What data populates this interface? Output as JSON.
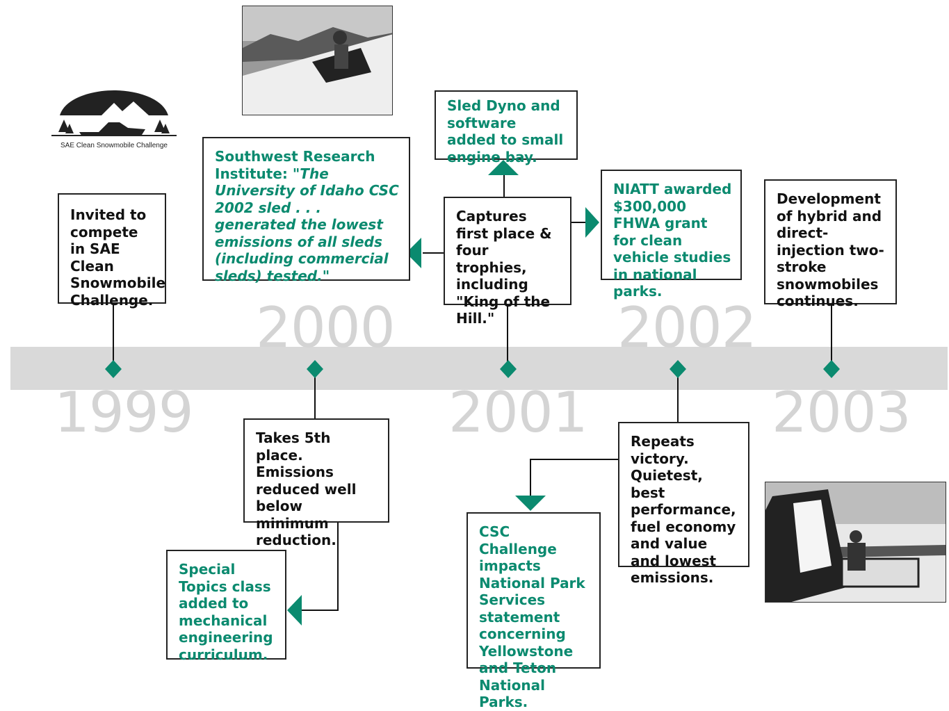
{
  "logo": {
    "caption": "SAE Clean Snowmobile Challenge",
    "icon": "snowmobile-mountain-logo"
  },
  "timeline": {
    "years": [
      "1999",
      "2000",
      "2001",
      "2002",
      "2003"
    ],
    "colors": {
      "band": "#d9d9d9",
      "marker": "#0b8a6f",
      "year_text": "#d4d4d4"
    }
  },
  "events": {
    "e1999": "Invited to compete in SAE Clean Snowmobile Challenge.",
    "e2000_top_head": "Southwest Research Institute: ",
    "e2000_top_quote": "\"The University of Idaho CSC 2002 sled . . . generated the lowest emissions of all sleds (including commercial sleds) tested.\"",
    "e2000_bottom": "Takes 5th place. Emissions reduced well below minimum reduction.",
    "e2000_special": "Special Topics class added to mechanical engineering curriculum.",
    "e2001_top": "Captures first place & four trophies, including \"King of the Hill.\"",
    "e2001_dyno": "Sled Dyno and software added to small engine bay.",
    "e2001_niatt": "NIATT awarded $300,000 FHWA grant for clean vehicle studies in national parks.",
    "e2002_bottom": "Repeats victory. Quietest, best performance, fuel economy and value and lowest emissions.",
    "e2002_csc": "CSC Challenge impacts National Park Services statement concerning Yellowstone and Teton National Parks.",
    "e2003": "Development of hybrid and direct-injection two-stroke snowmobiles continues."
  },
  "photos": {
    "top": "snowmobile-rider-photo",
    "bottom": "snowmobile-team-photo"
  }
}
